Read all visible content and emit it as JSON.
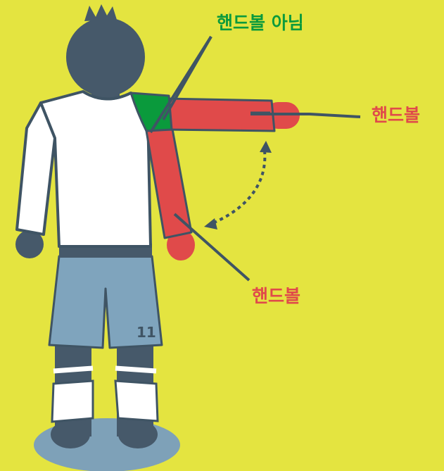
{
  "colors": {
    "background": "#e4e440",
    "not_handball": "#0a9a3c",
    "handball": "#e04a4a",
    "outline": "#3f5464",
    "shirt": "#ffffff",
    "shorts": "#7fa4bd",
    "skin_dark": "#46596a",
    "shadow": "#7ea1b8"
  },
  "labels": {
    "not_handball": "핸드볼 아님",
    "handball_arm": "핸드볼",
    "handball_lower": "핸드볼"
  },
  "player": {
    "shirt_number": "11"
  }
}
